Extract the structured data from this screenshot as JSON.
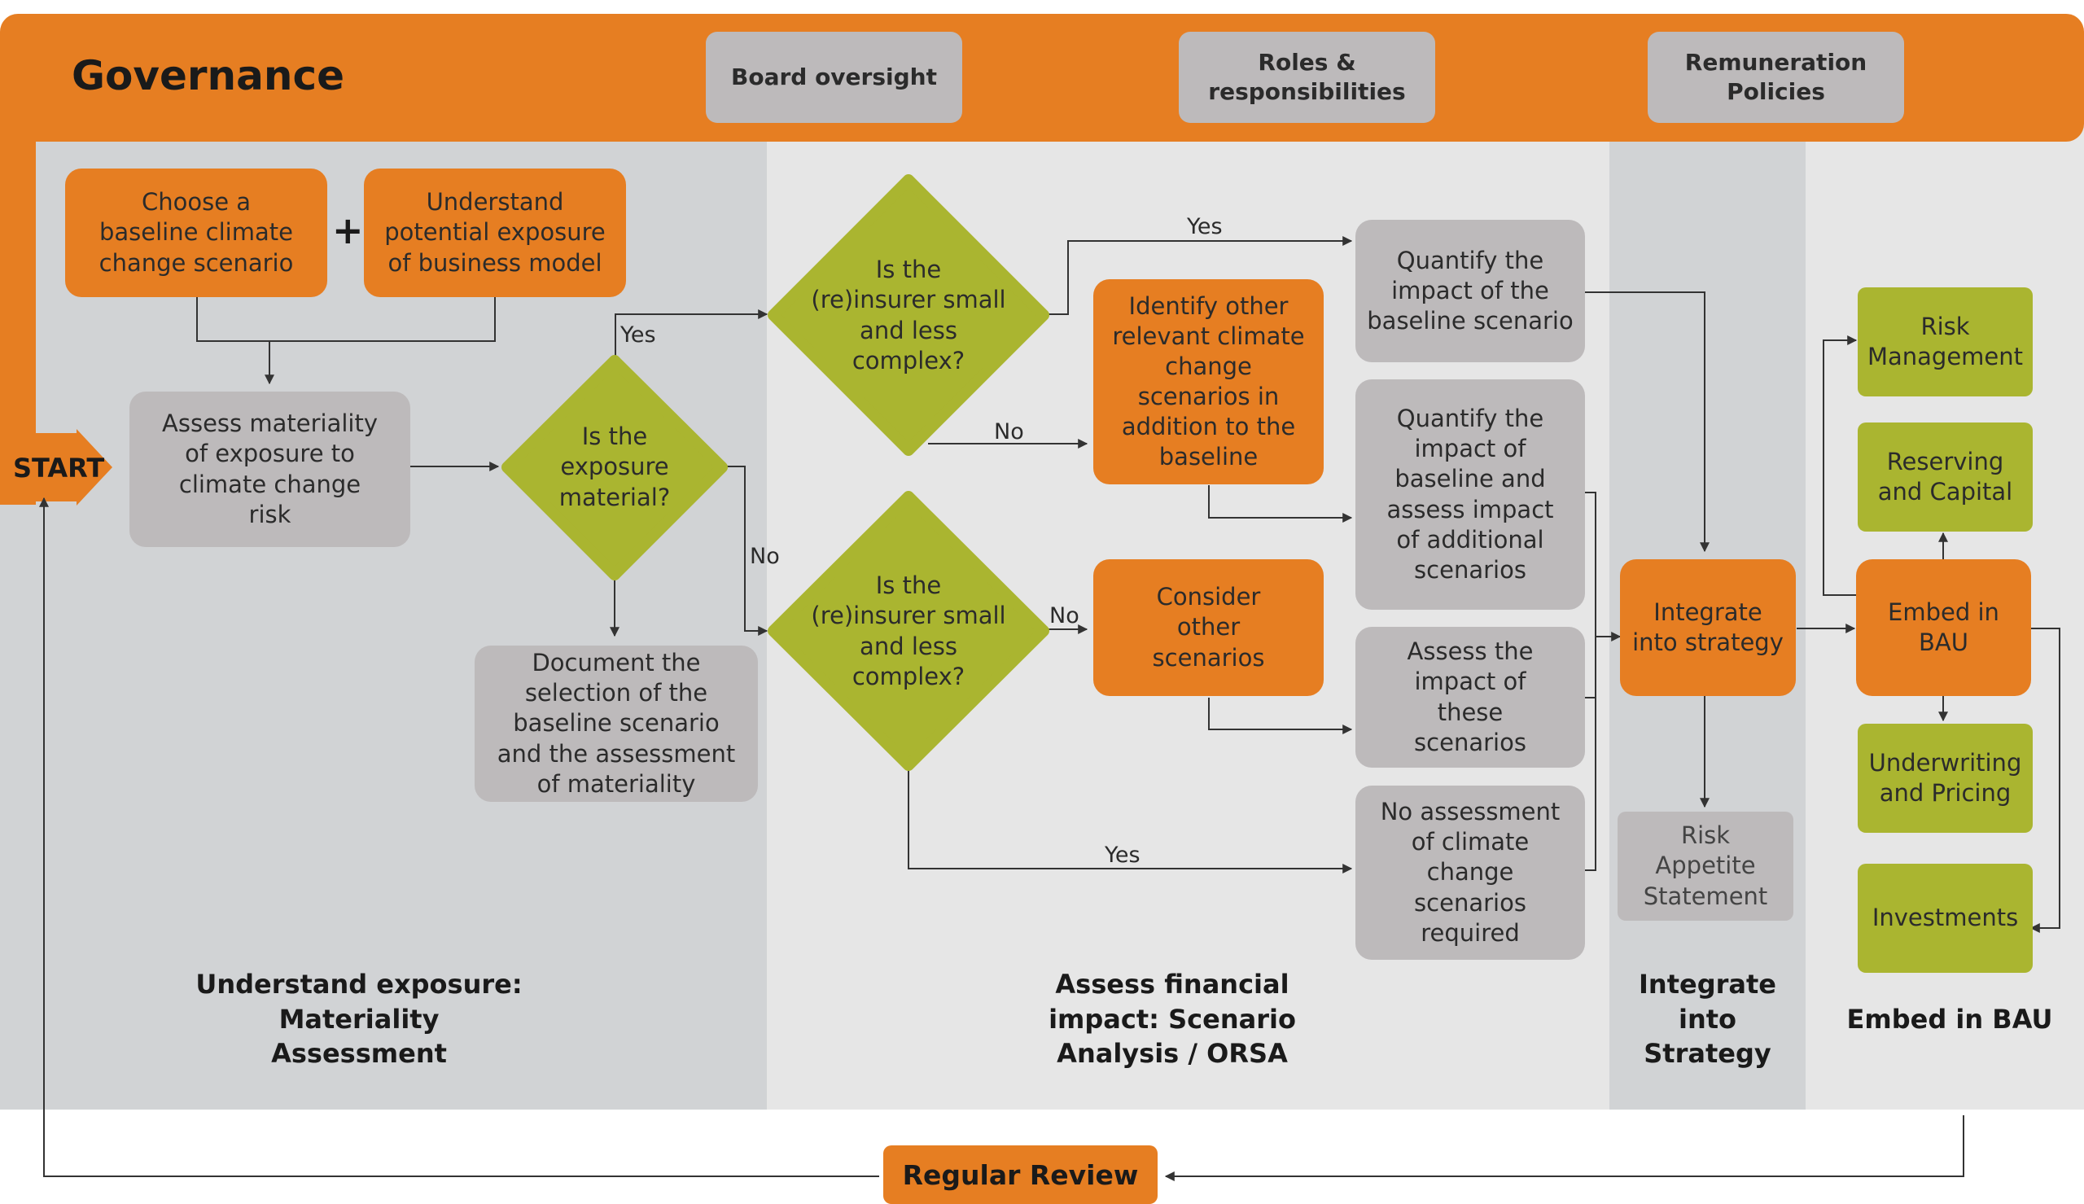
{
  "colors": {
    "orange": "#e67e22",
    "grey_box": "#bdbabb",
    "green": "#aab530",
    "band_dark": "#d1d3d5",
    "band_light": "#e6e6e6",
    "text": "#2b2b2b"
  },
  "governance": {
    "title": "Governance",
    "items": [
      "Board oversight",
      "Roles & responsibilities",
      "Remuneration Policies"
    ]
  },
  "start": {
    "label": "START"
  },
  "sections": [
    "Understand exposure: Materiality Assessment",
    "Assess financial impact: Scenario Analysis / ORSA",
    "Integrate into Strategy",
    "Embed in BAU"
  ],
  "materiality": {
    "baseline": "Choose a baseline climate change scenario",
    "exposure": "Understand potential exposure of business model",
    "plus": "+",
    "assess": "Assess materiality of exposure to climate change risk",
    "question": "Is the exposure material?",
    "document": "Document the selection of the baseline scenario and the assessment of materiality"
  },
  "scenario": {
    "question_top": "Is the (re)insurer small and less complex?",
    "question_bottom": "Is the (re)insurer small and less complex?",
    "identify": "Identify other relevant climate change scenarios in addition to the baseline",
    "consider": "Consider other scenarios",
    "quantify_baseline": "Quantify the impact of the baseline scenario",
    "quantify_additional": "Quantify the impact of baseline and assess impact of additional scenarios",
    "assess_these": "Assess the impact of these scenarios",
    "no_assessment": "No assessment of climate change scenarios required"
  },
  "strategy": {
    "integrate": "Integrate into strategy",
    "risk_appetite": "Risk Appetite Statement"
  },
  "bau": {
    "embed": "Embed in BAU",
    "risk_management": "Risk Management",
    "reserving": "Reserving and Capital",
    "underwriting": "Underwriting and Pricing",
    "investments": "Investments"
  },
  "edge_labels": {
    "yes": "Yes",
    "no": "No"
  },
  "review": {
    "label": "Regular Review"
  }
}
